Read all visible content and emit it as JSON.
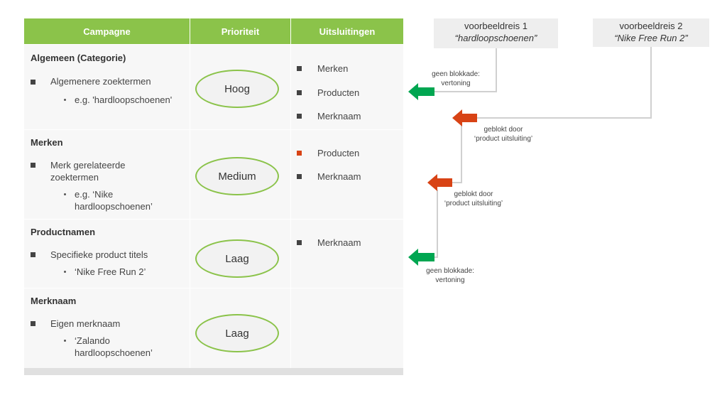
{
  "table": {
    "headers": {
      "campaign": "Campagne",
      "priority": "Prioriteit",
      "exclusions": "Uitsluitingen"
    },
    "rows": [
      {
        "title": "Algemeen (Categorie)",
        "bullet": "Algemenere zoektermen",
        "sub": "e.g. 'hardloopschoenen'",
        "priority": "Hoog",
        "exclusions": [
          "Merken",
          "Producten",
          "Merknaam"
        ]
      },
      {
        "title": "Merken",
        "bullet_line1": "Merk gerelateerde",
        "bullet_line2": "zoektermen",
        "sub_line1": "e.g. ‘Nike",
        "sub_line2": "hardloopschoenen’",
        "priority": "Medium",
        "exclusions": [
          "Producten",
          "Merknaam"
        ]
      },
      {
        "title": "Productnamen",
        "bullet": "Specifieke product titels",
        "sub": "‘Nike Free Run 2’",
        "priority": "Laag",
        "exclusions": [
          "Merknaam"
        ]
      },
      {
        "title": "Merknaam",
        "bullet": "Eigen merknaam",
        "sub_line1": "‘Zalando",
        "sub_line2": "hardloopschoenen’",
        "priority": "Laag",
        "exclusions": []
      }
    ]
  },
  "examples": [
    {
      "title": "voorbeeldreis 1",
      "query": "“hardloopschoenen”"
    },
    {
      "title": "voorbeeldreis 2",
      "query": "“Nike Free Run 2”"
    }
  ],
  "notes": {
    "n1_line1": "geen blokkade:",
    "n1_line2": "vertoning",
    "n2_line1": "geblokt door",
    "n2_line2": "‘product uitsluiting’",
    "n3_line1": "geblokt door",
    "n3_line2": "‘product uitsluiting’",
    "n4_line1": "geen blokkade:",
    "n4_line2": "vertoning"
  },
  "colors": {
    "green": "#8bc34a",
    "arrow_green": "#00a651",
    "arrow_red": "#d84315",
    "connector": "#cccccc"
  }
}
